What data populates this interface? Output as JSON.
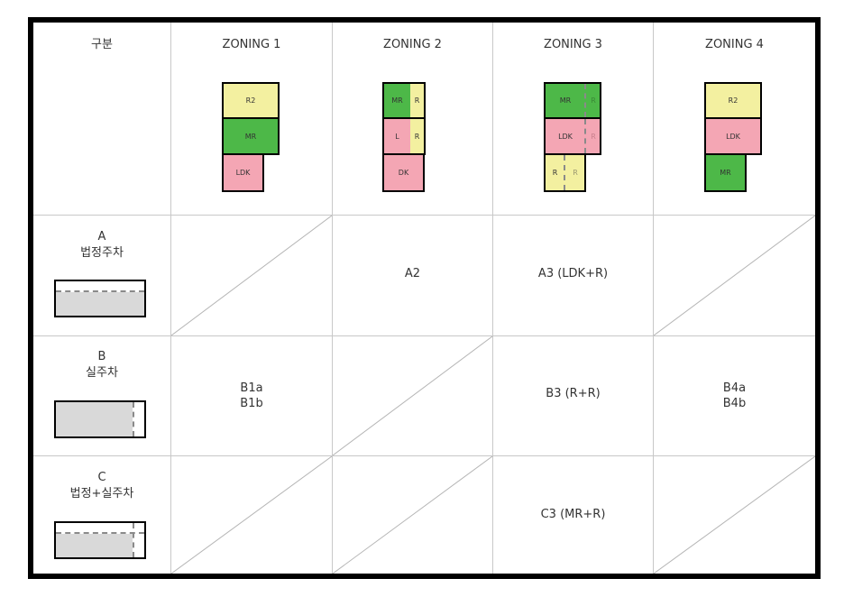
{
  "header": {
    "corner_label": "구분",
    "zonings": [
      "ZONING 1",
      "ZONING 2",
      "ZONING 3",
      "ZONING 4"
    ]
  },
  "rows": [
    {
      "letter": "A",
      "label": "법정주차",
      "parking_icon": "parking-legal-icon"
    },
    {
      "letter": "B",
      "label": "실주차",
      "parking_icon": "parking-actual-icon"
    },
    {
      "letter": "C",
      "label": "법정+실주차",
      "parking_icon": "parking-legal-actual-icon"
    }
  ],
  "cells": {
    "A2": "A2",
    "A3": "A3 (LDK+R)",
    "B1": [
      "B1a",
      "B1b"
    ],
    "B3": "B3 (R+R)",
    "B4": [
      "B4a",
      "B4b"
    ],
    "C3": "C3 (MR+R)"
  },
  "zoning_blocks": {
    "z1": [
      "R2",
      "MR",
      "LDK"
    ],
    "z2": {
      "top": [
        "MR",
        "R"
      ],
      "mid": [
        "L",
        "R"
      ],
      "bottom": "DK"
    },
    "z3": {
      "top": [
        "MR",
        "R"
      ],
      "mid": [
        "LDK",
        "R"
      ],
      "bottom": [
        "R",
        "R"
      ]
    },
    "z4": [
      "R2",
      "LDK",
      "MR"
    ]
  },
  "colors": {
    "yellow": "#f3f0a0",
    "green": "#4db848",
    "pink": "#f4a6b4",
    "parking_fill": "#d9d9d9",
    "grid": "#c8c8c8"
  }
}
